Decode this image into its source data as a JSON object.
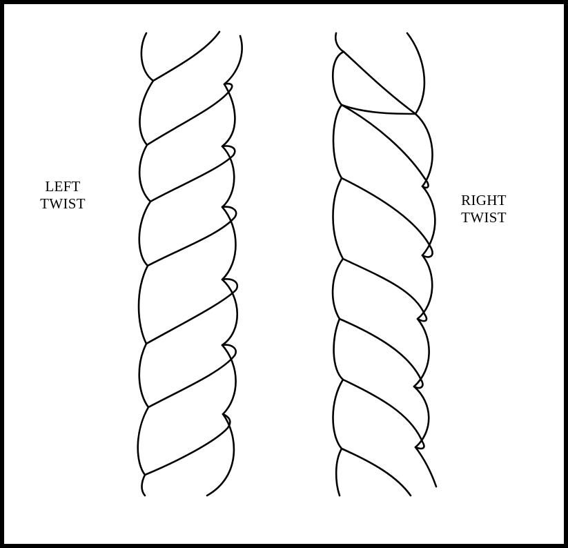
{
  "diagram": {
    "left_label": {
      "line1": "LEFT",
      "line2": "TWIST"
    },
    "right_label": {
      "line1": "RIGHT",
      "line2": "TWIST"
    },
    "colors": {
      "stroke": "#000000",
      "background": "#ffffff"
    }
  }
}
